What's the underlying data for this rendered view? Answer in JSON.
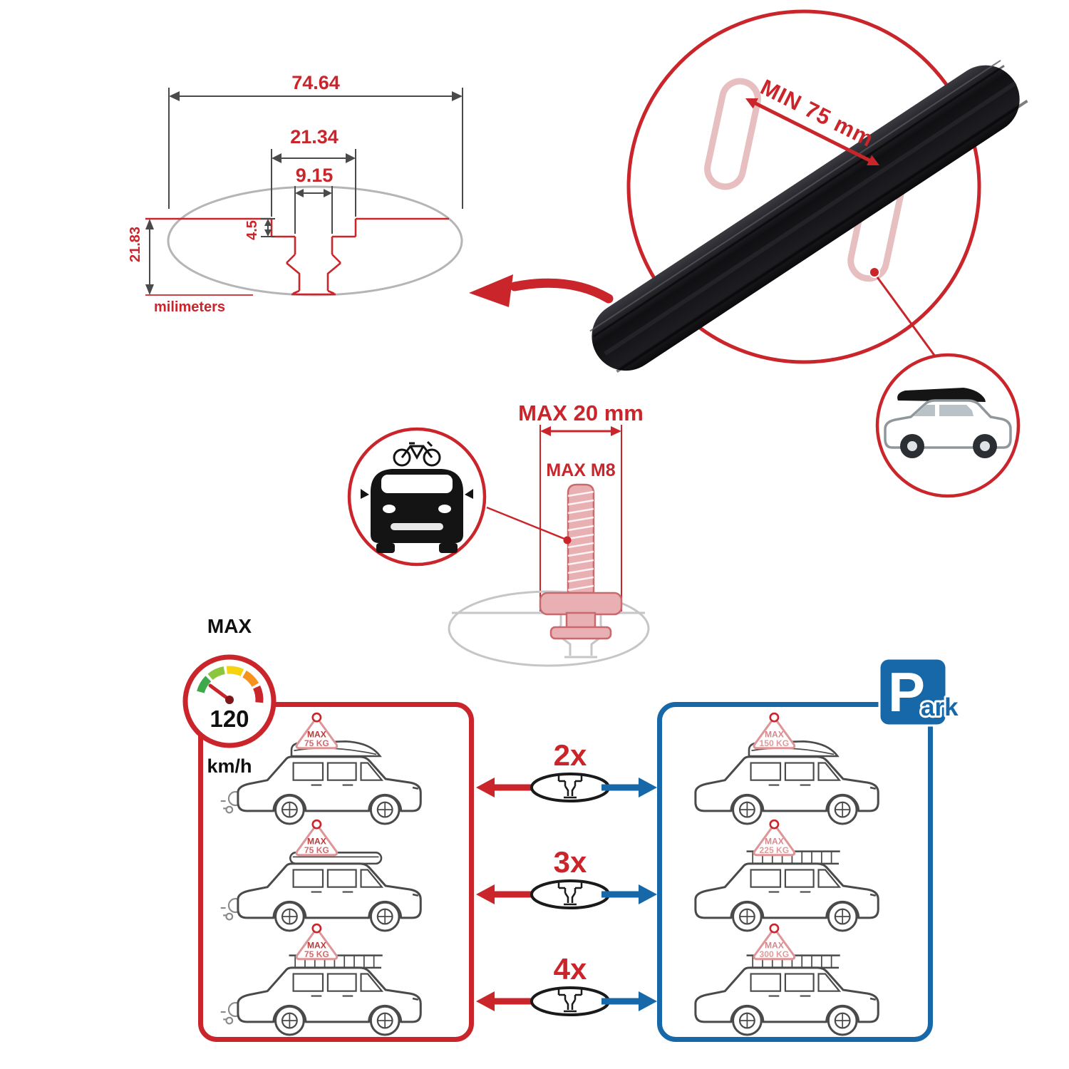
{
  "colors": {
    "accent_red": "#c9252b",
    "accent_blue": "#1668a8",
    "bar_black": "#101013",
    "profile_gray": "#b5b5b5",
    "bolt_pink": "#e8b0b2"
  },
  "dimensions": {
    "total_width": "74.64",
    "channel_width": "21.34",
    "slot_width": "9.15",
    "lip_depth": "4.5",
    "total_height": "21.83",
    "unit": "milimeters"
  },
  "bar_detail": {
    "min_label": "MIN 75 mm"
  },
  "bolt": {
    "max_width": "MAX 20 mm",
    "max_thread": "MAX M8"
  },
  "speed": {
    "label": "MAX",
    "value": "120",
    "unit": "km/h"
  },
  "park": {
    "initial": "P",
    "rest": "ark"
  },
  "rows": [
    {
      "multiplier": "2x",
      "left": {
        "label": "MAX",
        "value": "75 KG"
      },
      "right": {
        "label": "MAX",
        "value": "150 KG"
      }
    },
    {
      "multiplier": "3x",
      "left": {
        "label": "MAX",
        "value": "75 KG"
      },
      "right": {
        "label": "MAX",
        "value": "225 KG"
      }
    },
    {
      "multiplier": "4x",
      "left": {
        "label": "MAX",
        "value": "75 KG"
      },
      "right": {
        "label": "MAX",
        "value": "300 KG"
      }
    }
  ]
}
